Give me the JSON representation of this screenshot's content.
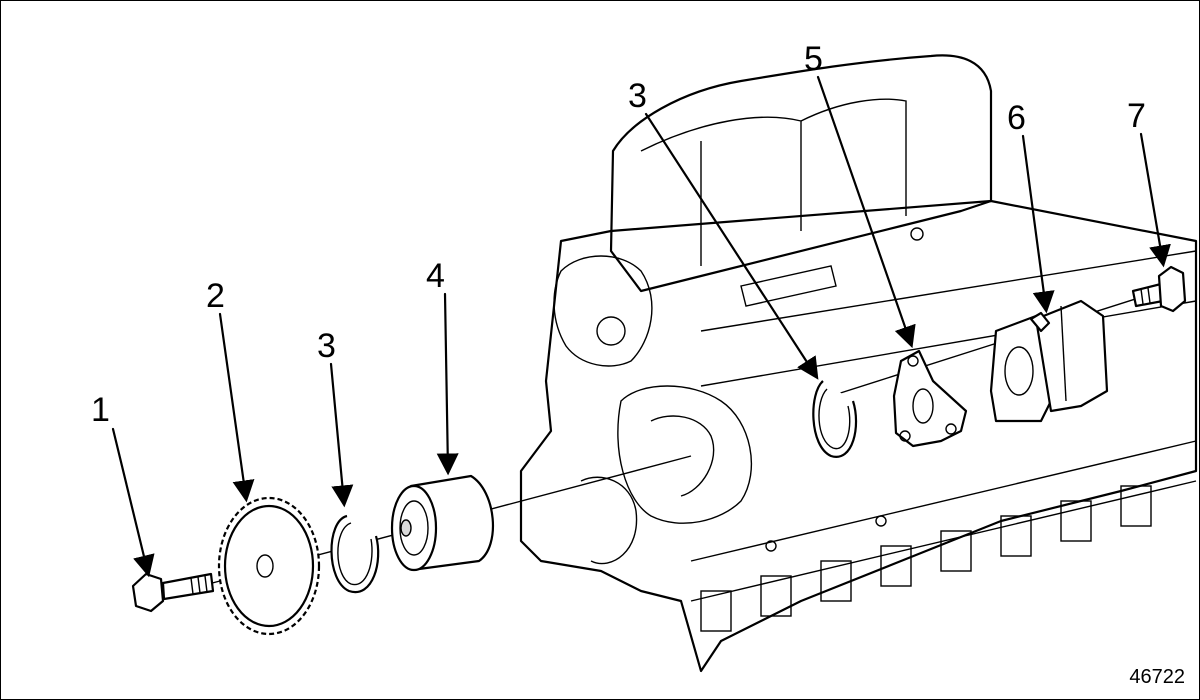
{
  "figure": {
    "number": "46722"
  },
  "callouts": [
    {
      "id": "c1",
      "label": "1"
    },
    {
      "id": "c2",
      "label": "2"
    },
    {
      "id": "c3a",
      "label": "3"
    },
    {
      "id": "c4",
      "label": "4"
    },
    {
      "id": "c3b",
      "label": "3"
    },
    {
      "id": "c5",
      "label": "5"
    },
    {
      "id": "c6",
      "label": "6"
    },
    {
      "id": "c7",
      "label": "7"
    }
  ]
}
